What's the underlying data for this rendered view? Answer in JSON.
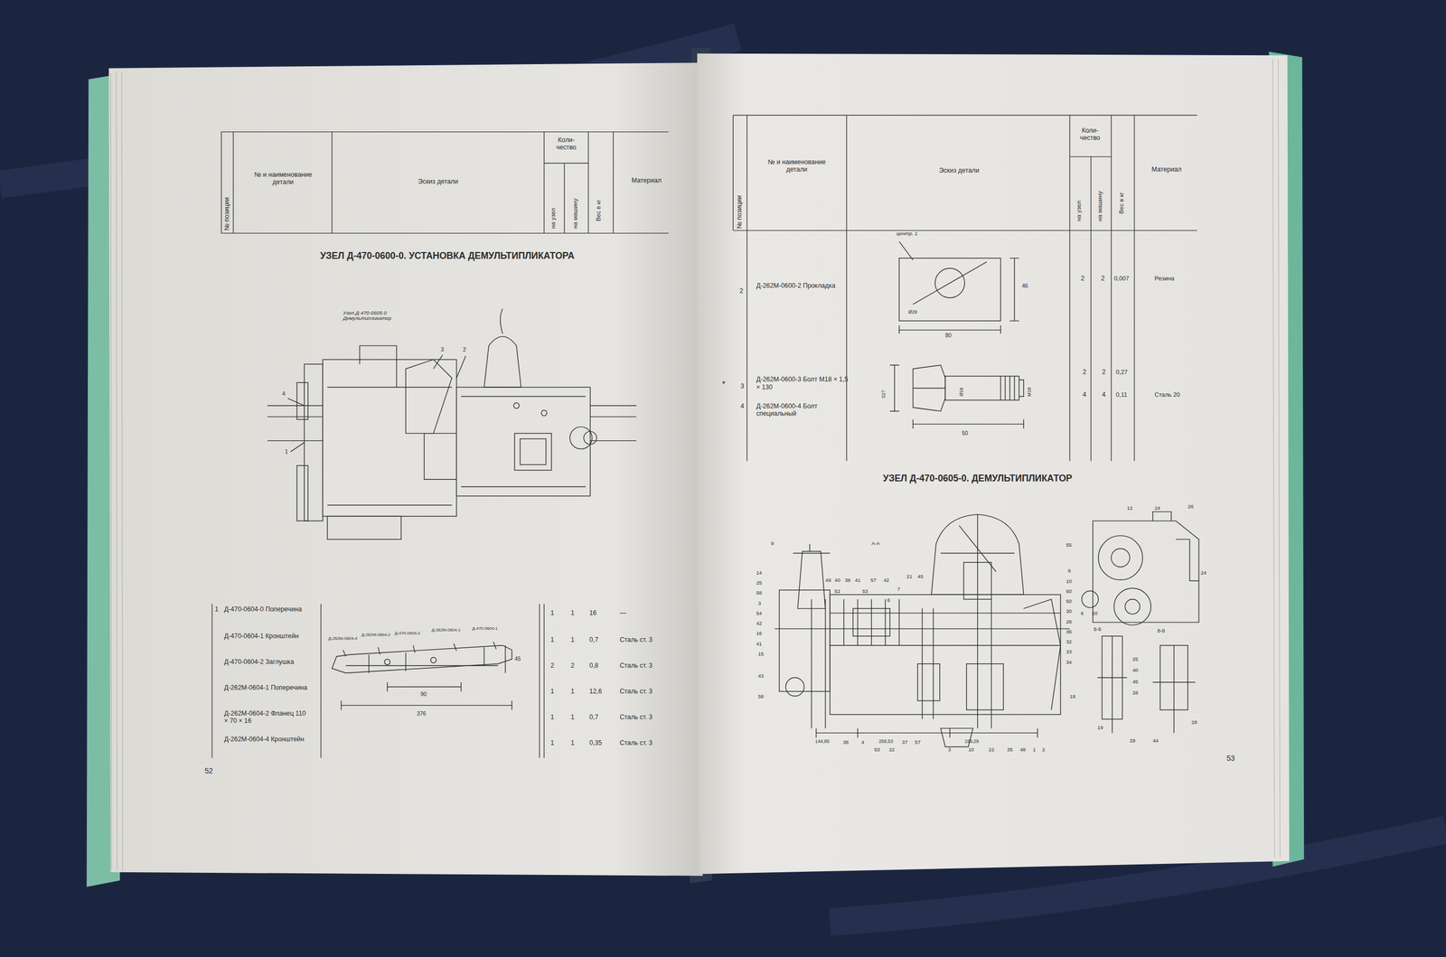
{
  "diagram": {
    "labels": [
      "№ позиции",
      "№ и наименование детали",
      "Эскиз детали",
      "Коли- чество",
      "на узел",
      "на машину",
      "Вес в кг",
      "Материал",
      "УЗЕЛ Д-470-0600-0. УСТАНОВКА ДЕМУЛЬТИПЛИКАТОРА",
      "Узел Д-470-0605-0 Демультипликатор",
      "3",
      "2",
      "4",
      "1",
      "1",
      "Д-470-0604-0 Поперечина",
      "Д-470-0604-1 Кронштейн",
      "Д-470-0604-2 Заглушка",
      "Д-262М-0604-1 Поперечина",
      "Д-262М-0604-2 Фланец 110 × 70 × 16",
      "Д-262М-0604-4 Кронштейн",
      "1",
      "1",
      "16",
      "—",
      "1",
      "1",
      "0,7",
      "Сталь ст. 3",
      "2",
      "2",
      "0,8",
      "Сталь ст. 3",
      "1",
      "1",
      "12,6",
      "Сталь ст. 3",
      "1",
      "1",
      "0,7",
      "Сталь ст. 3",
      "1",
      "1",
      "0,35",
      "Сталь ст. 3",
      "Д-262М-0604-4",
      "Д-262М-0604-2",
      "Д-470-0604-2",
      "Д-262М-0604-1",
      "Д-470-0604-1",
      "90",
      "376",
      "45",
      "52",
      "№ позиции",
      "№ и наименование детали",
      "Эскиз детали",
      "Коли- чество",
      "на узел",
      "на машину",
      "Вес в кг",
      "Материал",
      "2",
      "Д-262М-0600-2 Прокладка",
      "центр. 1",
      "Ø29",
      "46",
      "80",
      "2",
      "2",
      "0,007",
      "Резина",
      "*",
      "3",
      "Д-262М-0600-3 Болт М18 × 1,5 × 130",
      "4",
      "Д-262М-0600-4 Болт специальный",
      "S27",
      "Ø18",
      "М18",
      "50",
      "2",
      "2",
      "0,27",
      "4",
      "4",
      "0,11",
      "Сталь 20",
      "УЗЕЛ Д-470-0605-0. ДЕМУЛЬТИПЛИКАТОР",
      "А-А",
      "Б-Б",
      "В-В",
      "144,85",
      "258,53",
      "199,29",
      "53",
      "9",
      "14",
      "25",
      "58",
      "3",
      "54",
      "42",
      "16",
      "41",
      "15",
      "43",
      "58",
      "49",
      "40",
      "39",
      "41",
      "57",
      "42",
      "21",
      "45",
      "52",
      "53",
      "7",
      "6",
      "38",
      "4",
      "53",
      "22",
      "37",
      "57",
      "3",
      "10",
      "22",
      "35",
      "48",
      "1",
      "2",
      "55",
      "8",
      "10",
      "60",
      "50",
      "30",
      "28",
      "36",
      "32",
      "33",
      "34",
      "18",
      "12",
      "24",
      "26",
      "24",
      "6",
      "20",
      "25",
      "40",
      "45",
      "28",
      "29",
      "19",
      "44",
      "28"
    ]
  }
}
